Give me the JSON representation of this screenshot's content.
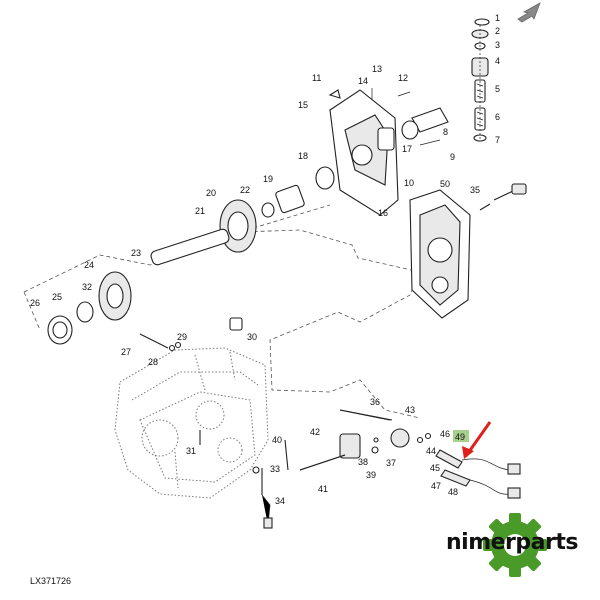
{
  "diagram": {
    "parts": [
      "1",
      "2",
      "3",
      "4",
      "5",
      "6",
      "7",
      "8",
      "9",
      "10",
      "11",
      "12",
      "13",
      "14",
      "15",
      "16",
      "17",
      "18",
      "19",
      "20",
      "21",
      "22",
      "23",
      "24",
      "25",
      "26",
      "27",
      "28",
      "29",
      "30",
      "31",
      "32",
      "33",
      "34",
      "35",
      "36",
      "37",
      "38",
      "39",
      "40",
      "41",
      "42",
      "43",
      "44",
      "45",
      "46",
      "47",
      "48",
      "49",
      "50"
    ],
    "highlighted_part": "49",
    "highlight_color": "#a8d08d",
    "arrow_color": "#e0201b"
  },
  "footer": {
    "code": "LX371726"
  },
  "brand": {
    "name": "nimerparts",
    "gear_color": "#4a9a2a"
  }
}
